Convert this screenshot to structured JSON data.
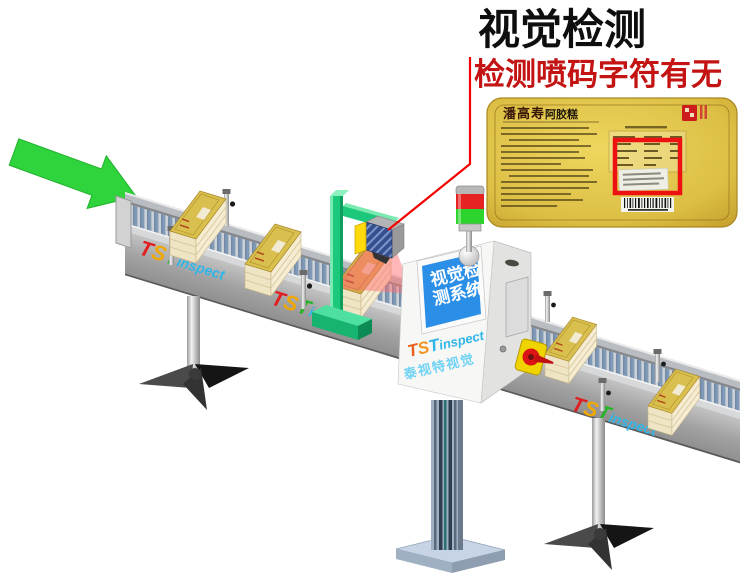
{
  "annotation": {
    "title": "视觉检测",
    "subtitle": "检测喷码字符有无"
  },
  "brand": {
    "t1": "T",
    "t2": "S",
    "t3": "T",
    "suffix": "inspect",
    "company": "泰视特视觉"
  },
  "machine": {
    "screen_line1": "视觉检",
    "screen_line2": "测系统"
  },
  "package": {
    "name_styled": "潘高寿",
    "name_rest": "阿胶糕"
  },
  "colors": {
    "arrow_green": "#2fd33c",
    "callout_red": "#f50000",
    "subtitle_red": "#c31313",
    "screen_blue": "#2b8fe8",
    "package_gold": "#ddbf45",
    "highlight_red": "#ee1111",
    "tower_red": "#e62222",
    "tower_green": "#2ed42e",
    "gantry_green": "#1bc87c",
    "camera_yellow": "#ffd90a",
    "camera_navy": "#35508e",
    "logo_red": "#e02020",
    "logo_gold": "#f0a800",
    "logo_green": "#28b428",
    "logo_cyan": "#2fb6e9"
  }
}
